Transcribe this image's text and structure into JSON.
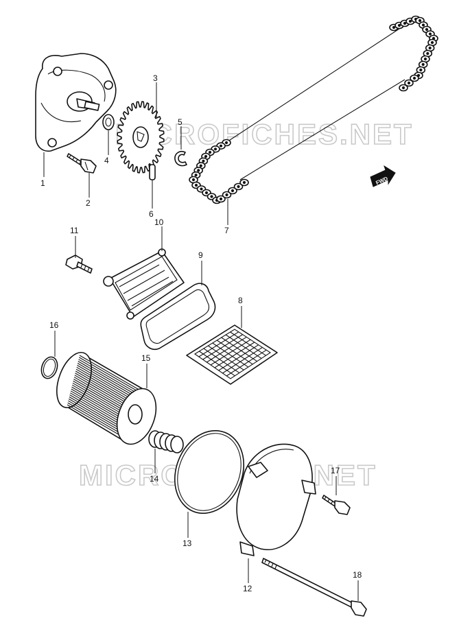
{
  "watermarks": [
    "MICROFICHES.NET",
    "MICROFICHES.NET"
  ],
  "direction_badge": "FWD",
  "callouts": [
    {
      "id": "1",
      "text": "1"
    },
    {
      "id": "2",
      "text": "2"
    },
    {
      "id": "3",
      "text": "3"
    },
    {
      "id": "4",
      "text": "4"
    },
    {
      "id": "5",
      "text": "5"
    },
    {
      "id": "6",
      "text": "6"
    },
    {
      "id": "7",
      "text": "7"
    },
    {
      "id": "8",
      "text": "8"
    },
    {
      "id": "9",
      "text": "9"
    },
    {
      "id": "10",
      "text": "10"
    },
    {
      "id": "11",
      "text": "11"
    },
    {
      "id": "12",
      "text": "12"
    },
    {
      "id": "13",
      "text": "13"
    },
    {
      "id": "14",
      "text": "14"
    },
    {
      "id": "15",
      "text": "15"
    },
    {
      "id": "16",
      "text": "16"
    },
    {
      "id": "17",
      "text": "17"
    },
    {
      "id": "18",
      "text": "18"
    }
  ]
}
